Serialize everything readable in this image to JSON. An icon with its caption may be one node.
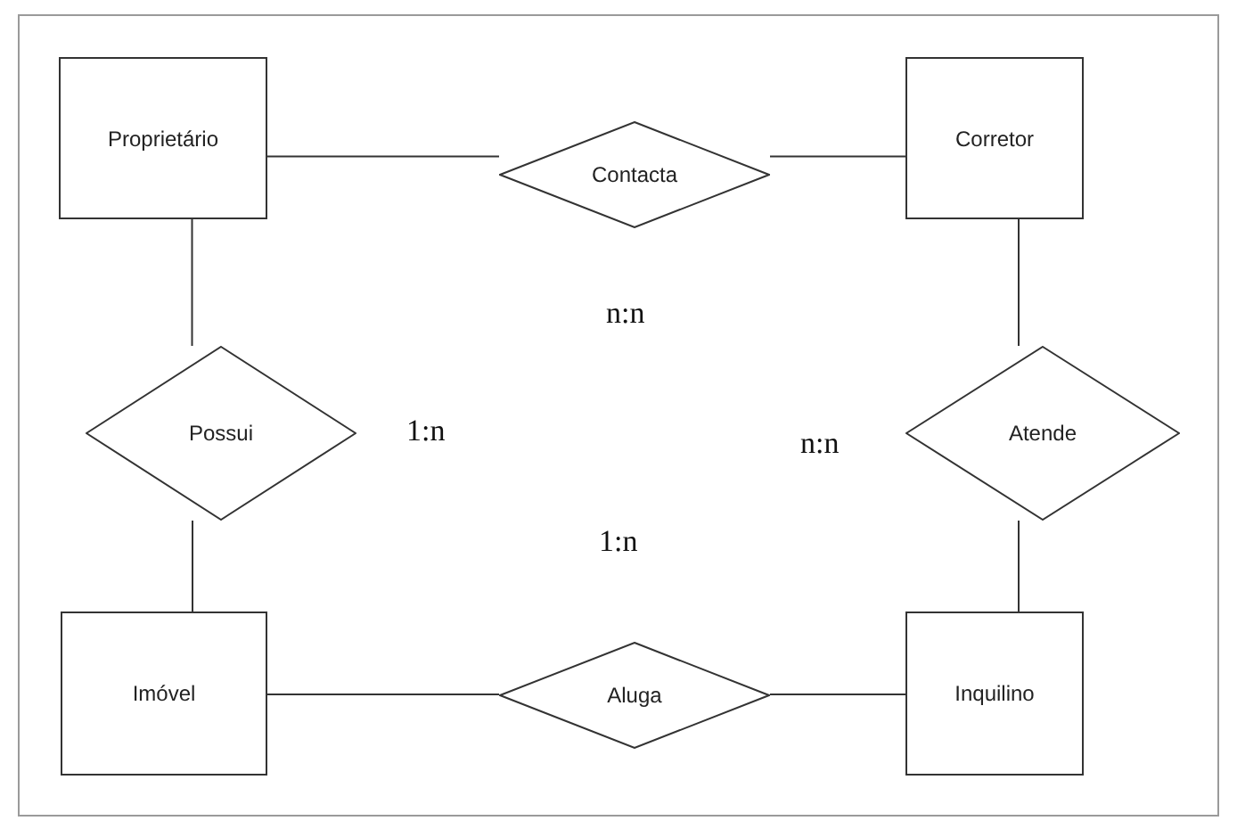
{
  "diagram": {
    "nodes": [
      {
        "text": [
          "Proprietário"
        ]
      },
      {
        "text": [
          "Contacta"
        ]
      },
      {
        "text": [
          "Corretor"
        ]
      },
      {
        "text": [
          "Possui"
        ]
      },
      {
        "text": [
          "Atende"
        ]
      },
      {
        "text": [
          "Imóvel"
        ]
      },
      {
        "text": [
          "Aluga"
        ]
      },
      {
        "text": [
          "Inquilino"
        ]
      }
    ],
    "edges": [
      {
        "from": 0,
        "to": 1,
        "arrow": "none"
      },
      {
        "from": 1,
        "to": 2,
        "arrow": "none"
      },
      {
        "from": 0,
        "to": 3,
        "arrow": "none"
      },
      {
        "from": 3,
        "to": 5,
        "arrow": "none"
      },
      {
        "from": 2,
        "to": 4,
        "arrow": "none"
      },
      {
        "from": 4,
        "to": 7,
        "arrow": "none"
      },
      {
        "from": 5,
        "to": 6,
        "arrow": "none"
      },
      {
        "from": 6,
        "to": 7,
        "arrow": "none"
      }
    ],
    "labels": [
      "n:n",
      "1:n",
      "n:n",
      "1:n"
    ]
  }
}
